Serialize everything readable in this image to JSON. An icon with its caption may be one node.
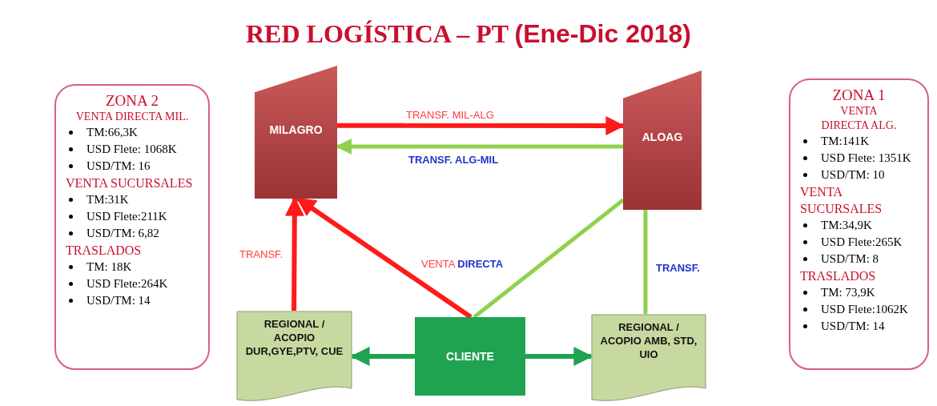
{
  "diagram": {
    "title": "RED LOGÍSTICA – PT (Ene-Dic 2018)",
    "nodes": [
      {
        "text": [
          "ZONA 2",
          "VENTA DIRECTA MIL.",
          "TM:66,3K",
          "USD Flete: 1068K",
          "USD/TM: 16",
          "VENTA SUCURSALES",
          "TM:31K",
          "USD Flete:211K",
          "USD/TM: 6,82",
          "TRASLADOS",
          "TM: 18K",
          "USD Flete:264K",
          "USD/TM: 14"
        ]
      },
      {
        "text": [
          "MILAGRO"
        ]
      },
      {
        "text": [
          "ALOAG"
        ]
      },
      {
        "text": [
          "ZONA 1",
          "VENTA DIRECTA ALG.",
          "TM:141K",
          "USD Flete: 1351K",
          "USD/TM: 10",
          "VENTA SUCURSALES",
          "TM:34,9K",
          "USD Flete:265K",
          "USD/TM: 8",
          "TRASLADOS",
          "TM: 73,9K",
          "USD Flete:1062K",
          "USD/TM: 14"
        ]
      },
      {
        "text": [
          "REGIONAL / ACOPIO DUR,GYE,PTV, CUE"
        ]
      },
      {
        "text": [
          "CLIENTE"
        ]
      },
      {
        "text": [
          "REGIONAL / ACOPIO AMB, STD, UIO"
        ]
      }
    ],
    "edges": [
      {
        "from": 1,
        "to": 2,
        "arrow": "to",
        "label": "TRANSF. MIL-ALG",
        "color": "#ff1a1a"
      },
      {
        "from": 2,
        "to": 1,
        "arrow": "to",
        "label": "TRANSF. ALG-MIL",
        "color": "#8fd14f"
      },
      {
        "from": 4,
        "to": 1,
        "arrow": "to",
        "label": "TRANSF.",
        "color": "#ff1a1a"
      },
      {
        "from": 5,
        "to": 1,
        "arrow": "to",
        "label": "VENTA DIRECTA",
        "color": "#ff1a1a"
      },
      {
        "from": 5,
        "to": 2,
        "arrow": "none",
        "color": "#8fd14f"
      },
      {
        "from": 6,
        "to": 2,
        "arrow": "none",
        "label": "TRANSF.",
        "color": "#8fd14f"
      },
      {
        "from": 5,
        "to": 4,
        "arrow": "to",
        "color": "#1fa350"
      },
      {
        "from": 5,
        "to": 6,
        "arrow": "to",
        "color": "#1fa350"
      }
    ]
  }
}
